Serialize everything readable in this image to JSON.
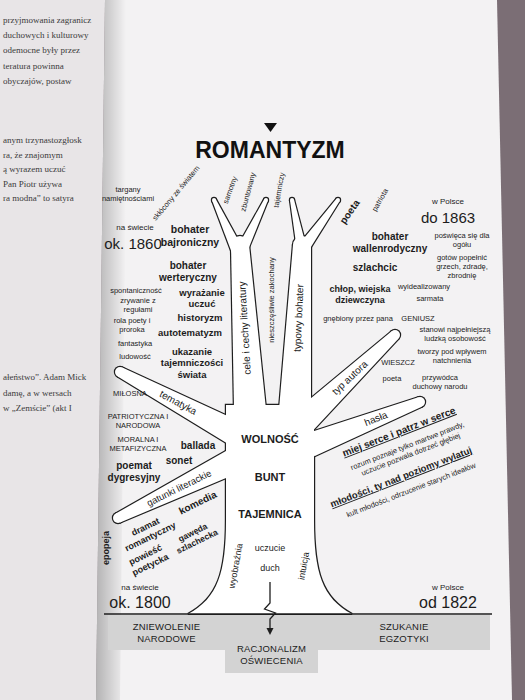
{
  "diagram": {
    "title": "ROMANTYZM",
    "nodes": [
      {
        "text": [
          "ZNIEWOLENIE NARODOWE"
        ]
      },
      {
        "text": [
          "RACJONALIZM OŚWIECENIA"
        ]
      },
      {
        "text": [
          "SZUKANIE EGZOTYKI"
        ]
      }
    ],
    "labels": [
      "przyjmowania zagranicz",
      "duchowych i kulturowy",
      "odemocne były przez",
      "teratura powinna",
      "obyczajów, postaw",
      "anym trzynastozgłosk",
      "ra, że znajomym",
      "ą wyrazem uczuć",
      "Pan Piotr używa",
      "ra modna” to satyra",
      "ałeństwo”. Adam Mick",
      "damę, a w wersach",
      "w „Zemście” (akt I",
      "na świecie",
      "ok. 1860",
      "w Polsce",
      "do 1863",
      "na świecie",
      "ok. 1800",
      "w Polsce",
      "od 1822",
      "cele i cechy literatury",
      "typowy bohater",
      "typ autora",
      "hasła",
      "tematyka",
      "gatunki literackie",
      "WOLNOŚĆ",
      "BUNT",
      "TAJEMNICA",
      "wyobraźnia",
      "uczucie",
      "duch",
      "intuicja",
      "skłócony ze światem",
      "targany namiętnościami",
      "samotny",
      "zbuntowany",
      "tajemniczy",
      "bohater bajroniczny",
      "bohater werteryczny",
      "nieszczęśliwie zakochany",
      "spontaniczność",
      "zrywanie z regułami",
      "wyrażanie uczuć",
      "historyzm",
      "rola poety i proroka",
      "autotematyzm",
      "fantastyka",
      "ludowość",
      "ukazanie tajemniczości świata",
      "MIŁOSNA",
      "PATRIOTYCZNA I NARODOWA",
      "MORALNA I METAFIZYCZNA",
      "ballada",
      "sonet",
      "poemat dygresyjny",
      "komedia",
      "dramat romantyczny",
      "gawęda szlachecka",
      "powieść poetycka",
      "epopeja",
      "poeta",
      "patriota",
      "bohater wallenrodyczny",
      "poświęca się dla ogółu",
      "gotów popełnić grzech, zdradę, zbrodnię",
      "szlachcic",
      "wyidealizowany",
      "sarmata",
      "chłop, wiejska dziewczyna",
      "gnębiony przez pana",
      "GENIUSZ",
      "stanowi najpełniejszą ludzką osobowość",
      "tworzy pod wpływem natchnienia",
      "WIESZCZ",
      "poeta",
      "przywódca duchowy narodu",
      "miej serce i patrz w serce",
      "rozum poznaje tylko martwe prawdy, uczucie pozwala dotrzeć głębiej",
      "młodości, ty nad poziomy wylatuj",
      "kult młodości, odrzucenie starych ideałów"
    ]
  }
}
